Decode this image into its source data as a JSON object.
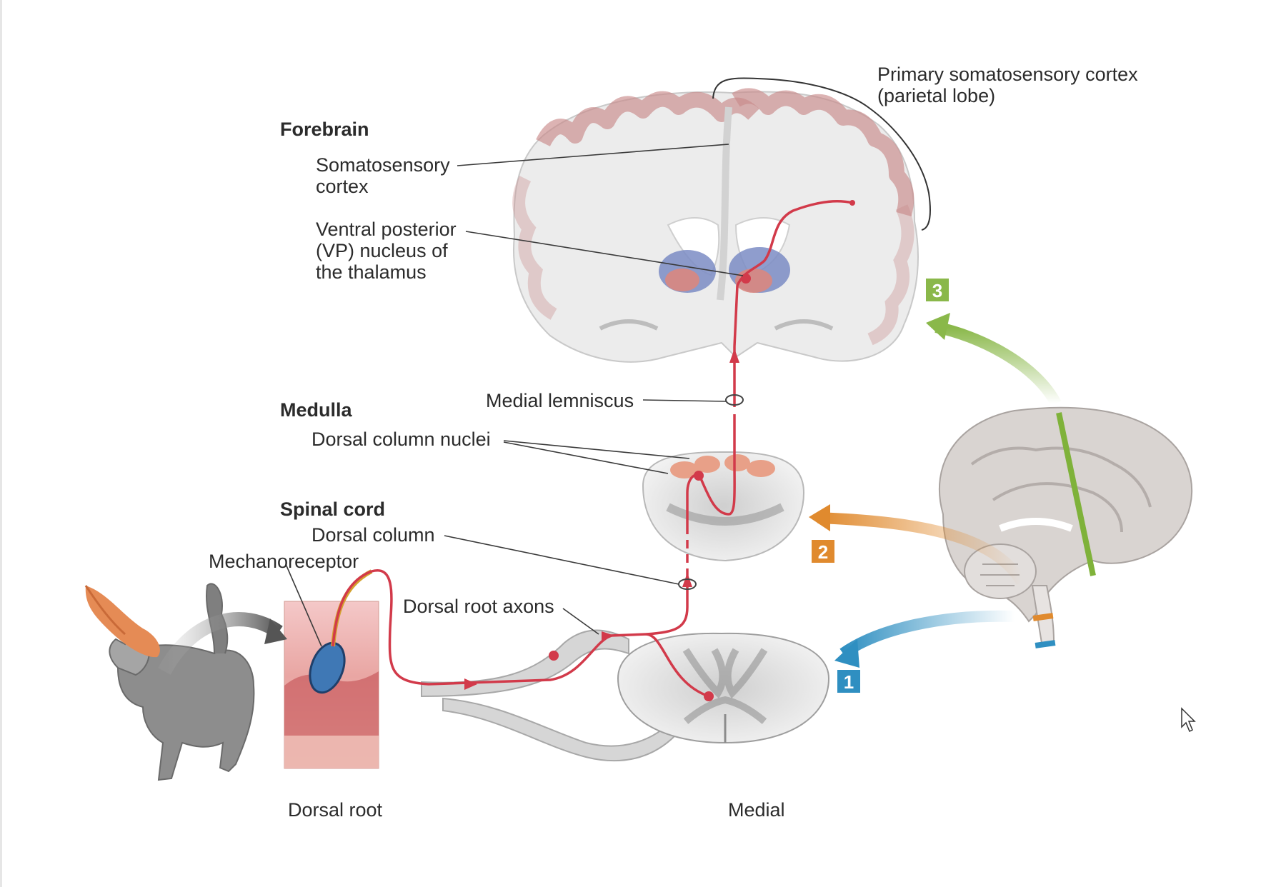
{
  "labels": {
    "primary_cortex_line1": "Primary somatosensory cortex",
    "primary_cortex_line2": "(parietal lobe)",
    "forebrain": "Forebrain",
    "soma_cortex_line1": "Somatosensory",
    "soma_cortex_line2": "cortex",
    "vp_line1": "Ventral posterior",
    "vp_line2": "(VP) nucleus of",
    "vp_line3": "the thalamus",
    "medial_lemniscus": "Medial lemniscus",
    "medulla": "Medulla",
    "dorsal_column_nuclei": "Dorsal column nuclei",
    "spinal_cord": "Spinal cord",
    "dorsal_column": "Dorsal column",
    "mechanoreceptor": "Mechanoreceptor",
    "dorsal_root_axons": "Dorsal root axons",
    "dorsal_root": "Dorsal root",
    "medial": "Medial"
  },
  "badges": {
    "b1": "1",
    "b2": "2",
    "b3": "3"
  },
  "colors": {
    "pathway": "#d23a4a",
    "badge1": "#2f8fc1",
    "badge2": "#e08a2e",
    "badge3": "#8ab84a",
    "cortex": "#c98a8a",
    "thalamus_blue": "#7b8cc4",
    "thalamus_red": "#d9877f",
    "nuclei": "#e8a088"
  }
}
